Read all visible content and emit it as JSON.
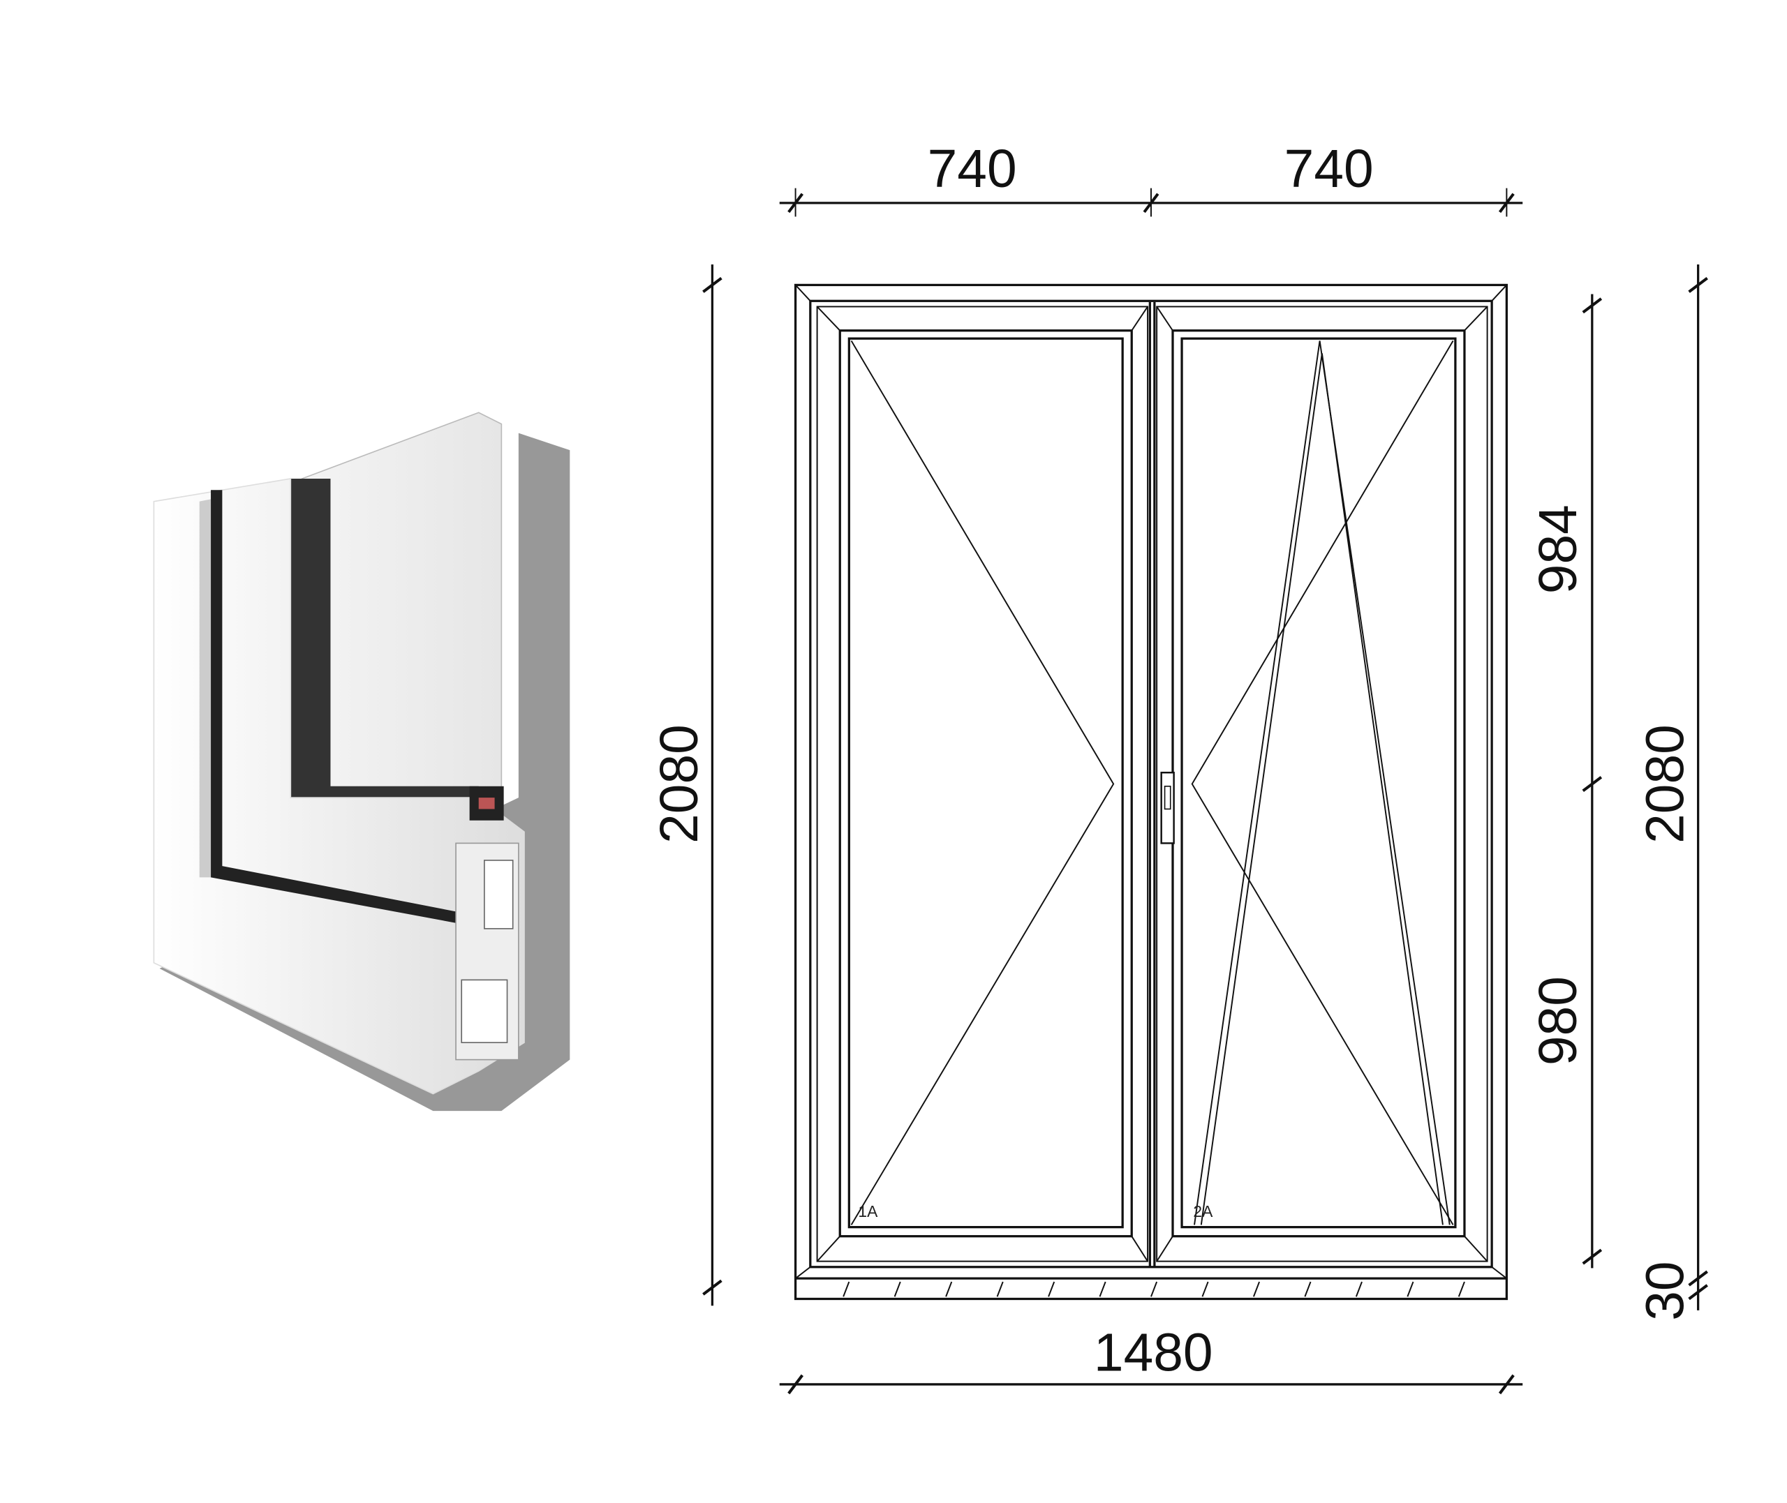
{
  "drawing": {
    "title": "Two-sash window elevation",
    "dimensions": {
      "top_left_width": "740",
      "top_right_width": "740",
      "total_width": "1480",
      "left_height": "2080",
      "right_height": "2080",
      "upper_section_height": "984",
      "lower_section_height": "980",
      "sill_height": "30"
    },
    "sashes": [
      {
        "label": "1A",
        "type": "turn"
      },
      {
        "label": "2A",
        "type": "tilt-turn"
      }
    ]
  },
  "profile_image": {
    "subject": "window-profile-cross-section"
  }
}
